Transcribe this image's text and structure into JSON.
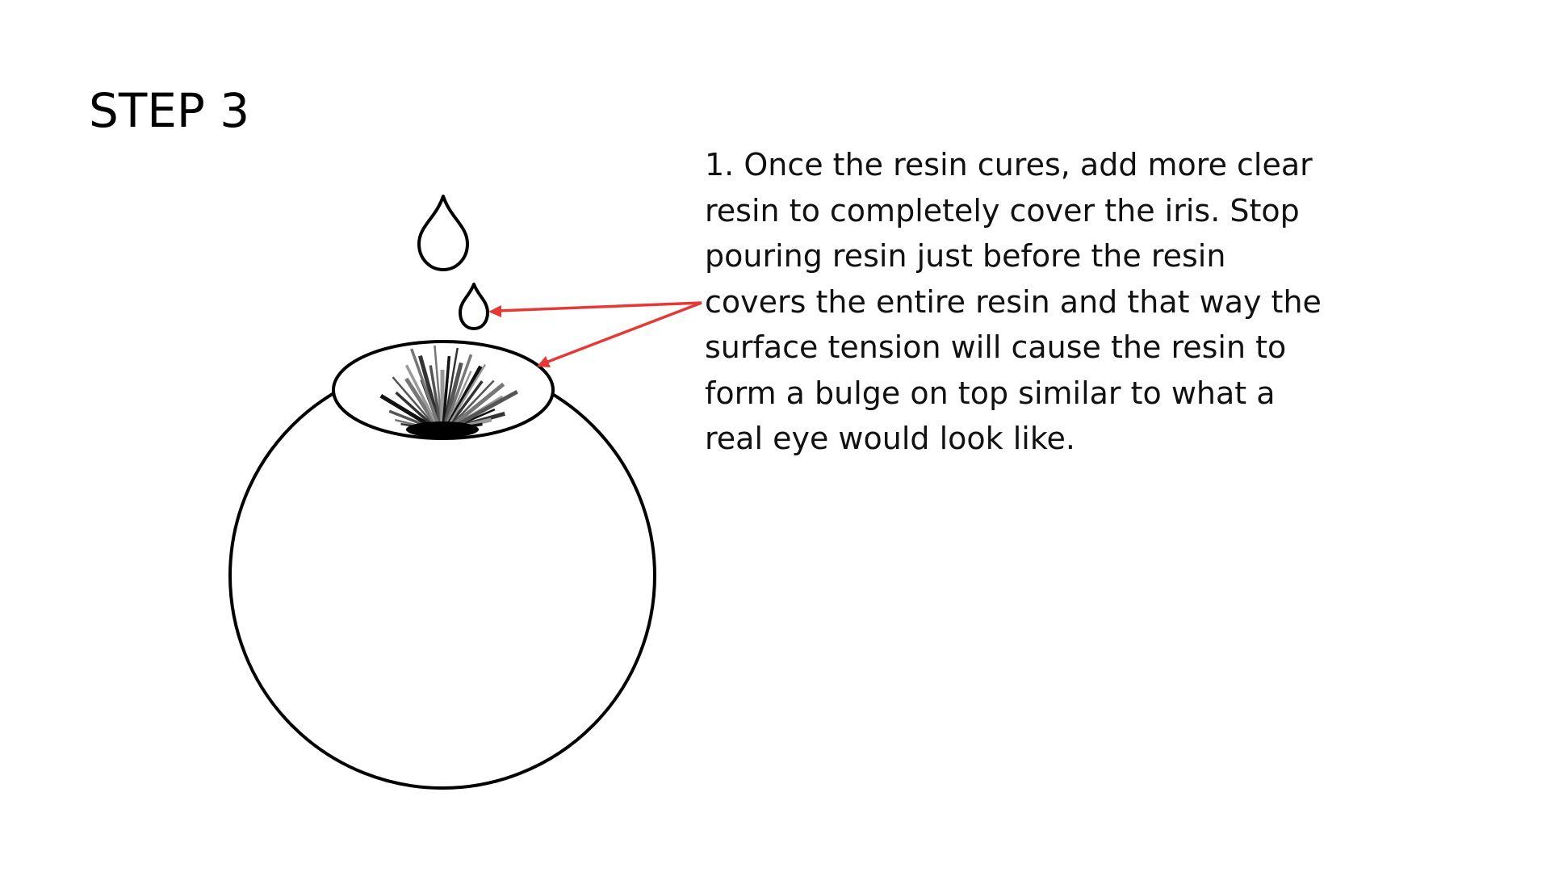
{
  "title": "STEP 3",
  "instructions": {
    "lines": [
      "1. Once the resin cures, add more clear",
      "resin to completely cover the iris. Stop",
      "pouring resin just before the resin",
      "covers the entire resin and that way the",
      "surface tension will cause the resin to",
      "form a bulge on top similar to what a",
      "real eye would look like."
    ]
  },
  "diagram": {
    "elements": [
      "large-resin-drop",
      "small-resin-drop",
      "eyeball",
      "iris-dome",
      "iris-fibers",
      "pupil"
    ],
    "annotation_arrows": [
      "arrow-to-small-drop",
      "arrow-to-iris-dome"
    ]
  },
  "colors": {
    "arrow": "#e53935",
    "outline": "#000000",
    "background": "#ffffff"
  }
}
